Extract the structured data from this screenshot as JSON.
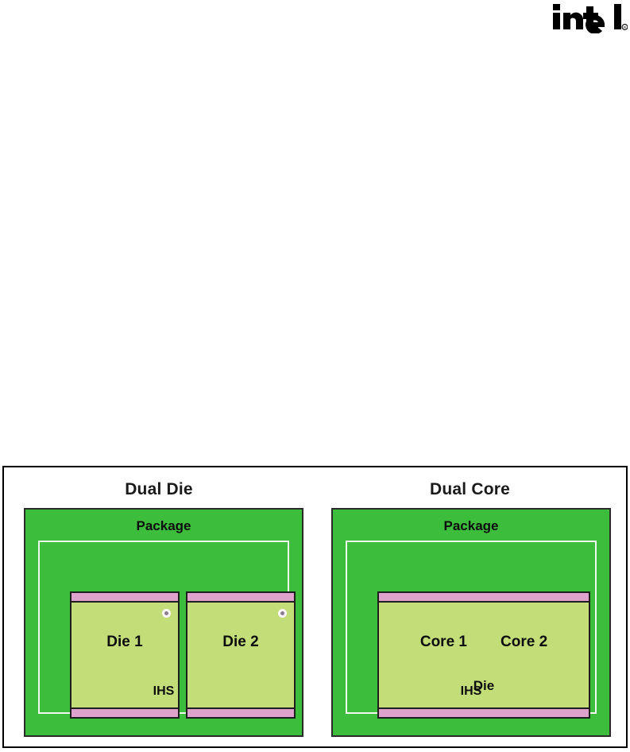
{
  "logo": {
    "name": "intel-logo",
    "wordmark": "intel",
    "trademark": "®"
  },
  "diagram": {
    "panels": [
      {
        "id": "dual-die",
        "title": "Dual Die",
        "package_label": "Package",
        "ihs_label": "IHS",
        "dies": [
          {
            "label": "Die 1",
            "has_pin_dot": true
          },
          {
            "label": "Die 2",
            "has_pin_dot": true
          }
        ]
      },
      {
        "id": "dual-core",
        "title": "Dual Core",
        "package_label": "Package",
        "ihs_label": "IHS",
        "die_word": "Die",
        "cores": [
          {
            "label": "Core 1"
          },
          {
            "label": "Core 2"
          }
        ]
      }
    ]
  },
  "colors": {
    "package_green": "#3cbd3c",
    "die_green": "#c3de79",
    "solder_pink": "#dda3cd",
    "outline_black": "#1e1e1e",
    "ihs_border_white": "#f2f7f2",
    "text_black": "#0d0d0d"
  }
}
